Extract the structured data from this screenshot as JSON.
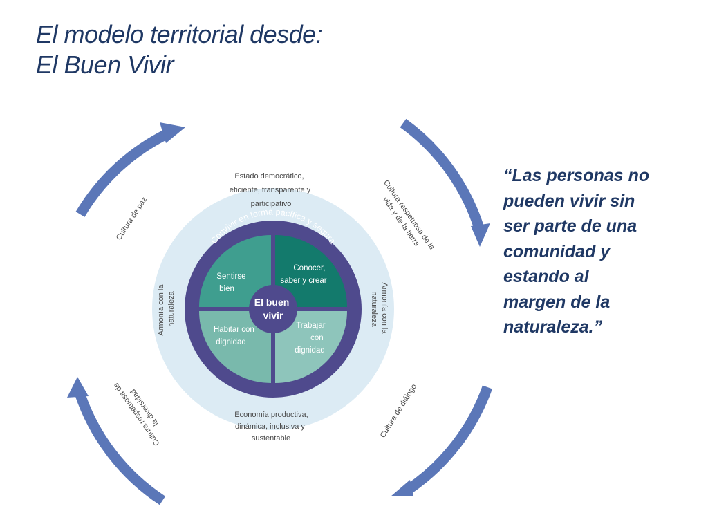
{
  "title": {
    "line1": "El modelo territorial desde:",
    "line2": "El Buen Vivir"
  },
  "quote": "“Las personas no\npueden vivir sin\nser parte de una\ncomunidad y\nestando al\nmargen de la\nnaturaleza.”",
  "diagram": {
    "center": [
      "El buen",
      "vivir"
    ],
    "ring_label": "Convivir en forma pacífica y segura",
    "quadrants": {
      "top_left": [
        "Sentirse",
        "bien"
      ],
      "top_right": [
        "Conocer,",
        "saber y crear"
      ],
      "bottom_left": [
        "Habitar con",
        "dignidad"
      ],
      "bottom_right": [
        "Trabajar",
        "con",
        "dignidad"
      ]
    },
    "outer_labels": {
      "top": [
        "Estado democrático,",
        "eficiente, transparente y",
        "participativo"
      ],
      "bottom": [
        "Economía productiva,",
        "dinámica, inclusiva y",
        "sustentable"
      ],
      "left": [
        "Armonía con la",
        "naturaleza"
      ],
      "right": [
        "Armonía con la",
        "naturaleza"
      ]
    },
    "arrow_labels": {
      "top_left": [
        "Cultura de paz"
      ],
      "top_right": [
        "Cultura respetuosa de la",
        "vida y de la tierra"
      ],
      "bottom_left": [
        "Cultura respetuosa de",
        "la diversidad"
      ],
      "bottom_right": [
        "Cultura de diálogo"
      ]
    },
    "colors": {
      "arrow": "#5b77b8",
      "halo": "#dcebf4",
      "ring": "#4f4a8d",
      "quadrant_teal": "#3f9e8f",
      "quadrant_dark": "#137a6c",
      "quadrant_light": "#79b9ac",
      "quadrant_pale": "#8ec5bb",
      "label_text": "#4a4a4a"
    }
  }
}
